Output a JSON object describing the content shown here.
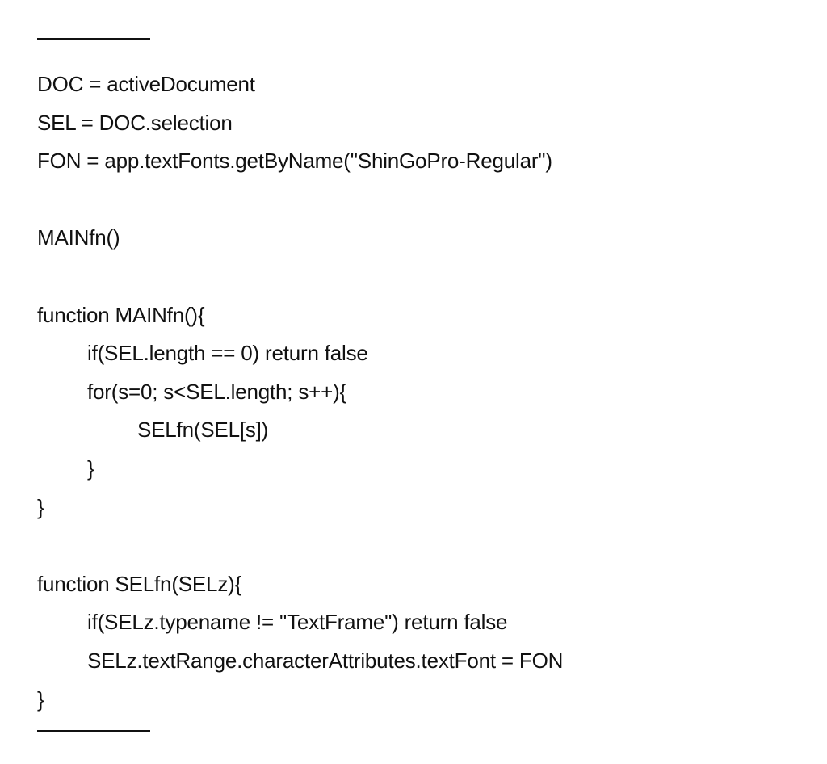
{
  "code_lines": [
    {
      "text": "DOC = activeDocument",
      "indent": 0
    },
    {
      "text": "SEL = DOC.selection",
      "indent": 0
    },
    {
      "text": "FON = app.textFonts.getByName(\"ShinGoPro-Regular\")",
      "indent": 0
    },
    {
      "text": "",
      "indent": 0
    },
    {
      "text": "MAINfn()",
      "indent": 0
    },
    {
      "text": "",
      "indent": 0
    },
    {
      "text": "function MAINfn(){",
      "indent": 0
    },
    {
      "text": "if(SEL.length == 0) return false",
      "indent": 1
    },
    {
      "text": "for(s=0; s<SEL.length; s++){",
      "indent": 1
    },
    {
      "text": "SELfn(SEL[s])",
      "indent": 2
    },
    {
      "text": "}",
      "indent": 1
    },
    {
      "text": "}",
      "indent": 0
    },
    {
      "text": "",
      "indent": 0
    },
    {
      "text": "function SELfn(SELz){",
      "indent": 0
    },
    {
      "text": "if(SELz.typename != \"TextFrame\") return false",
      "indent": 1
    },
    {
      "text": "SELz.textRange.characterAttributes.textFont = FON",
      "indent": 1
    },
    {
      "text": "}",
      "indent": 0
    }
  ]
}
